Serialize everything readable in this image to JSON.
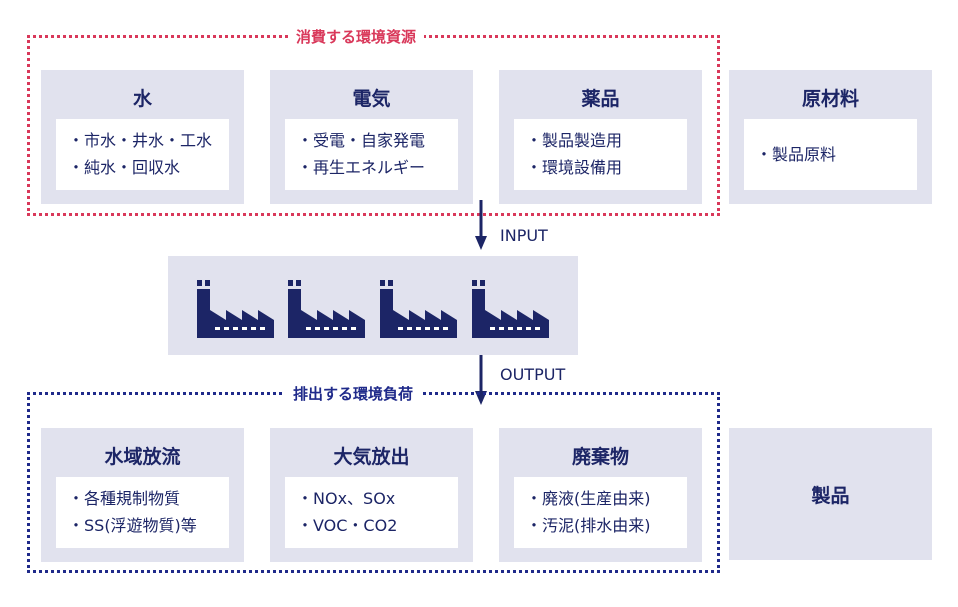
{
  "input_group": {
    "label": "消費する環境資源",
    "color": "#d9385a",
    "cards": [
      {
        "title": "水",
        "items": [
          "・市水・井水・工水",
          "・純水・回収水"
        ]
      },
      {
        "title": "電気",
        "items": [
          "・受電・自家発電",
          "・再生エネルギー"
        ]
      },
      {
        "title": "薬品",
        "items": [
          "・製品製造用",
          "・環境設備用"
        ]
      }
    ]
  },
  "raw_material_card": {
    "title": "原材料",
    "items": [
      "・製品原料"
    ]
  },
  "input_arrow_label": "INPUT",
  "output_arrow_label": "OUTPUT",
  "factory_icons": [
    "factory-icon",
    "factory-icon",
    "factory-icon",
    "factory-icon"
  ],
  "output_group": {
    "label": "排出する環境負荷",
    "color": "#1f2a8a",
    "cards": [
      {
        "title": "水域放流",
        "items": [
          "・各種規制物質",
          "・SS(浮遊物質)等"
        ]
      },
      {
        "title": "大気放出",
        "items": [
          "・NOx、SOx",
          "・VOC・CO2"
        ]
      },
      {
        "title": "廃棄物",
        "items": [
          "・廃液(生産由来)",
          "・汚泥(排水由来)"
        ]
      }
    ]
  },
  "product_card": {
    "title": "製品"
  },
  "colors": {
    "navy": "#1c2566",
    "card_bg": "#e1e2ee",
    "input_border": "#d9385a",
    "output_border": "#1f2a8a"
  }
}
